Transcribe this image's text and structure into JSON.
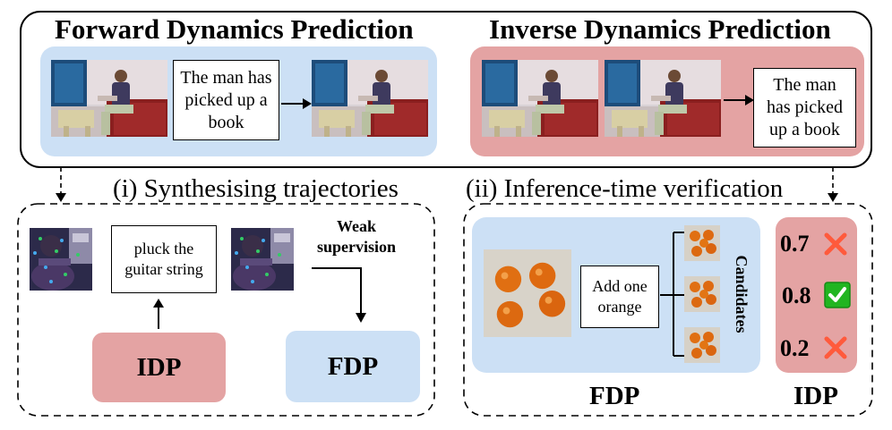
{
  "top": {
    "fdp_title": "Forward Dynamics Prediction",
    "idp_title": "Inverse Dynamics Prediction",
    "fdp_caption": "The man has picked up a book",
    "idp_caption": "The man has picked up a book"
  },
  "bottom_left": {
    "section_label": "(i) Synthesising trajectories",
    "caption": "pluck the guitar string",
    "weak_supervision": "Weak supervision",
    "idp_label": "IDP",
    "fdp_label": "FDP"
  },
  "bottom_right": {
    "section_label": "(ii) Inference-time verification",
    "caption": "Add one orange",
    "candidates_label": "Candidates",
    "scores": [
      {
        "value": "0.7",
        "result": "cross-icon"
      },
      {
        "value": "0.8",
        "result": "check-icon"
      },
      {
        "value": "0.2",
        "result": "cross-icon"
      }
    ],
    "fdp_label": "FDP",
    "idp_label": "IDP"
  },
  "colors": {
    "fdp_blue": "#cce0f5",
    "idp_red": "#e4a3a3",
    "check_green": "#21b521",
    "cross_red": "#ff5a3c"
  }
}
